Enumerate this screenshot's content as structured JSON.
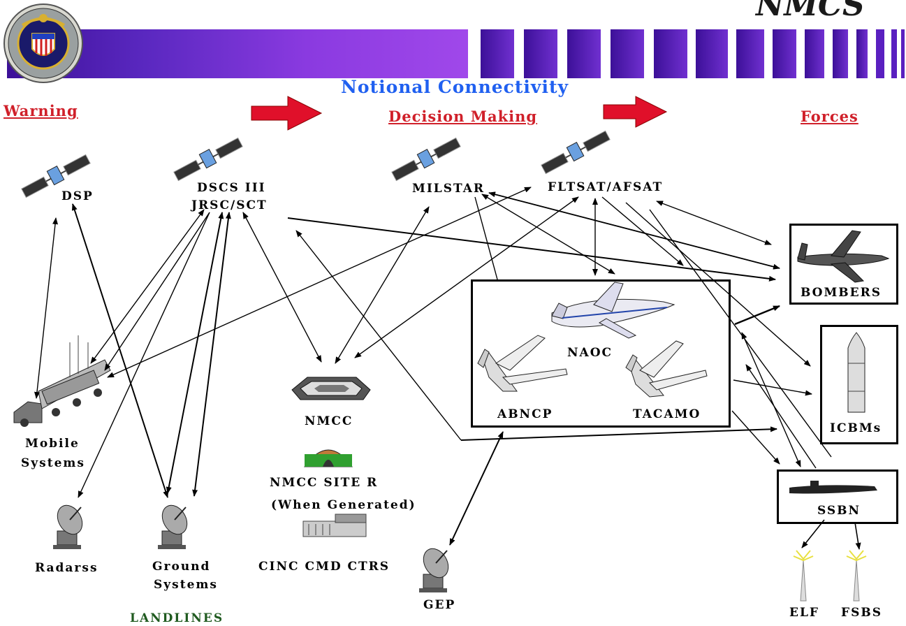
{
  "header": {
    "title": "NMCS",
    "subtitle": "Notional Connectivity",
    "subtitle_color": "#2060f0",
    "band_color_start": "#4a1aa8",
    "band_color_end": "#9a40e8"
  },
  "stages": {
    "warning": "Warning",
    "decision": "Decision Making",
    "forces": "Forces",
    "color": "#d0202a",
    "arrow_color": "#e0102a"
  },
  "satellites": {
    "dsp": "DSP",
    "dscs_line1": "DSCS III",
    "dscs_line2": "JRSC/SCT",
    "milstar": "MILSTAR",
    "fltsat": "FLTSAT/AFSAT"
  },
  "ground": {
    "mobile_line1": "Mobile",
    "mobile_line2": "Systems",
    "radars": "Radarss",
    "ground_line1": "Ground",
    "ground_line2": "Systems",
    "landlines": "LANDLINES",
    "landlines_color": "#1f5a1f"
  },
  "command": {
    "nmcc": "NMCC",
    "site_r_line1": "NMCC SITE R",
    "site_r_line2": "(When Generated)",
    "cinc": "CINC CMD CTRS",
    "gep": "GEP"
  },
  "airborne": {
    "naoc": "NAOC",
    "abncp": "ABNCP",
    "tacamo": "TACAMO"
  },
  "forces": {
    "bombers": "BOMBERS",
    "icbms": "ICBMs",
    "ssbn": "SSBN",
    "elf": "ELF",
    "fsbs": "FSBS"
  },
  "icons": [
    "seal-icon",
    "satellite-icon",
    "arrow-right-icon",
    "radar-dish-icon",
    "truck-icon",
    "pentagon-icon",
    "bunker-icon",
    "building-icon",
    "aircraft-icon",
    "bomber-icon",
    "missile-icon",
    "submarine-icon",
    "antenna-tower-icon"
  ]
}
